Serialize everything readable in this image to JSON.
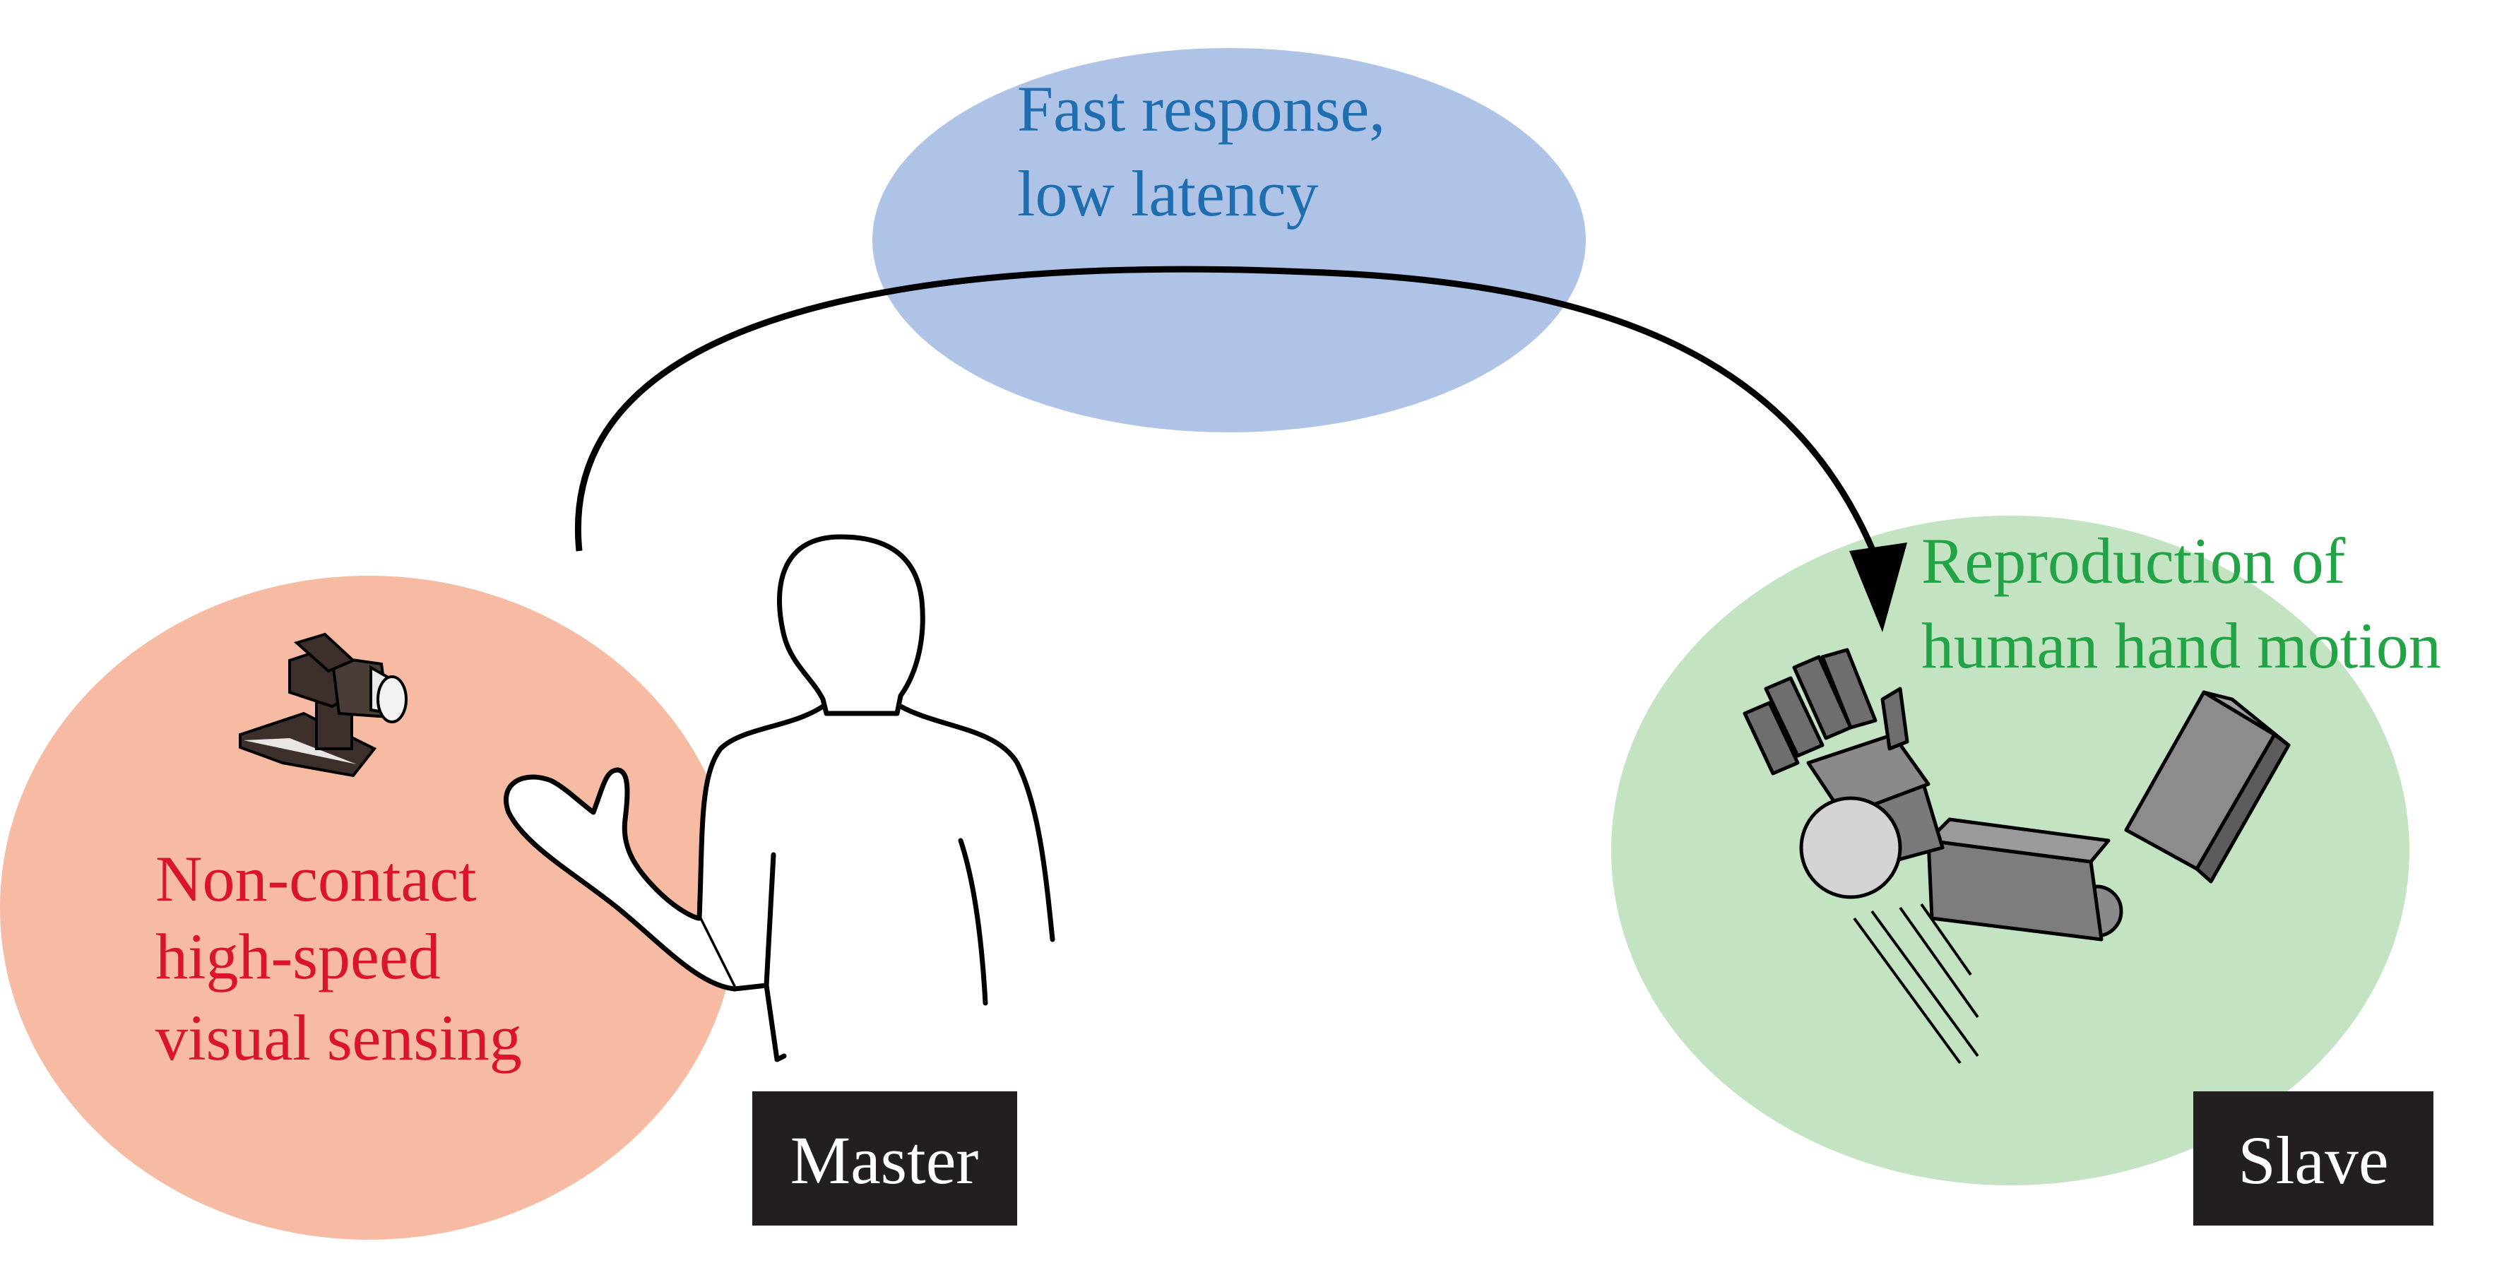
{
  "top_bubble": {
    "line1": "Fast response,",
    "line2": "low latency"
  },
  "left_bubble": {
    "line1": "Non-contact",
    "line2": "high-speed",
    "line3": "visual sensing"
  },
  "right_bubble": {
    "line1": "Reproduction of",
    "line2": "human hand motion"
  },
  "tags": {
    "master": "Master",
    "slave": "Slave"
  },
  "colors": {
    "top_bubble": "#aec3e6",
    "left_bubble": "#f7bba3",
    "right_bubble": "#c4e3c2",
    "top_text": "#1f6fb0",
    "left_text": "#d9142b",
    "right_text": "#22a346",
    "tag_bg": "#231f20"
  }
}
